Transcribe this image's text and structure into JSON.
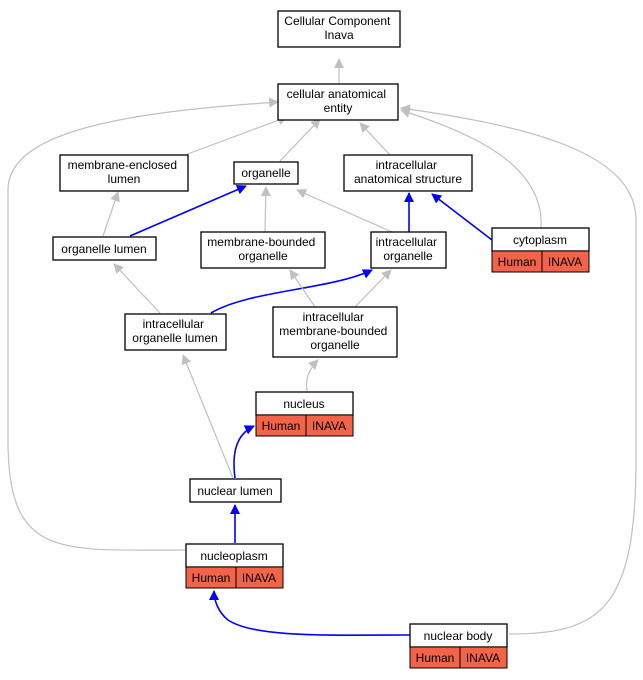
{
  "colors": {
    "is_a_edge": "#c0c0c0",
    "part_of_edge": "#0000ff",
    "annotation_tag": "#f26349"
  },
  "nodes": {
    "cellular_component": {
      "lines": [
        "Cellular Component",
        "Inava"
      ]
    },
    "cellular_anatomical_entity": {
      "lines": [
        "cellular anatomical",
        "entity"
      ]
    },
    "membrane_enclosed_lumen": {
      "lines": [
        "membrane-enclosed",
        "lumen"
      ]
    },
    "organelle": {
      "lines": [
        "organelle"
      ]
    },
    "intracellular_anatomical_structure": {
      "lines": [
        "intracellular",
        "anatomical structure"
      ]
    },
    "organelle_lumen": {
      "lines": [
        "organelle lumen"
      ]
    },
    "membrane_bounded_organelle": {
      "lines": [
        "membrane-bounded",
        "organelle"
      ]
    },
    "intracellular_organelle": {
      "lines": [
        "intracellular",
        "organelle"
      ]
    },
    "cytoplasm": {
      "lines": [
        "cytoplasm"
      ],
      "tags": [
        "Human",
        "INAVA"
      ]
    },
    "intracellular_organelle_lumen": {
      "lines": [
        "intracellular",
        "organelle lumen"
      ]
    },
    "intracellular_membrane_bounded_organelle": {
      "lines": [
        "intracellular",
        "membrane-bounded",
        "organelle"
      ]
    },
    "nucleus": {
      "lines": [
        "nucleus"
      ],
      "tags": [
        "Human",
        "INAVA"
      ]
    },
    "nuclear_lumen": {
      "lines": [
        "nuclear lumen"
      ]
    },
    "nucleoplasm": {
      "lines": [
        "nucleoplasm"
      ],
      "tags": [
        "Human",
        "INAVA"
      ]
    },
    "nuclear_body": {
      "lines": [
        "nuclear body"
      ],
      "tags": [
        "Human",
        "INAVA"
      ]
    }
  }
}
